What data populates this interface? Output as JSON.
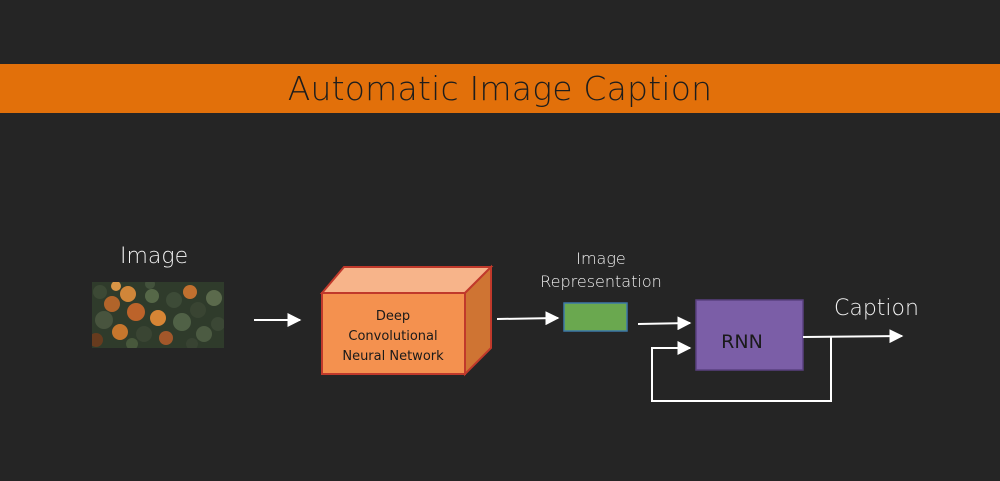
{
  "title": "Automatic Image Caption",
  "labels": {
    "image": "Image",
    "image_representation_line1": "Image",
    "image_representation_line2": "Representation",
    "caption": "Caption"
  },
  "cnn_box": {
    "line1": "Deep",
    "line2": "Convolutional",
    "line3": "Neural Network"
  },
  "rnn_box": {
    "label": "RNN"
  },
  "colors": {
    "background": "#252525",
    "title_band": "#e2700a",
    "cnn_front": "#f4914f",
    "cnn_top": "#f7b48a",
    "cnn_side": "#cf7433",
    "cnn_border": "#c0392b",
    "representation": "#6aa84f",
    "representation_border": "#3c78a8",
    "rnn": "#7b5ea7",
    "arrow": "#ffffff"
  }
}
